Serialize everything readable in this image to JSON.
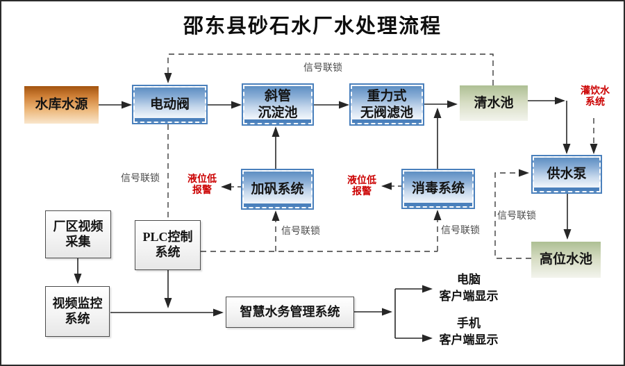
{
  "title": "邵东县砂石水厂水处理流程",
  "nodes": {
    "source": {
      "label": "水库水源"
    },
    "valve": {
      "label": "电动阀"
    },
    "sedimentation": {
      "line1": "斜管",
      "line2": "沉淀池"
    },
    "filter": {
      "line1": "重力式",
      "line2": "无阀滤池"
    },
    "clearwater": {
      "label": "清水池"
    },
    "alum": {
      "label": "加矾系统"
    },
    "disinfect": {
      "label": "消毒系统"
    },
    "pump": {
      "label": "供水泵"
    },
    "hightank": {
      "label": "高位水池"
    },
    "video_capture": {
      "line1": "厂区视频",
      "line2": "采集"
    },
    "video_monitor": {
      "line1": "视频监控",
      "line2": "系统"
    },
    "plc": {
      "line1": "PLC控制",
      "line2": "系统"
    },
    "smart_water": {
      "label": "智慧水务管理系统"
    },
    "pc_client": {
      "line1": "电脑",
      "line2": "客户端显示"
    },
    "mobile_client": {
      "line1": "手机",
      "line2": "客户端显示"
    }
  },
  "annotations": {
    "interlock_top": "信号联锁",
    "interlock_left": "信号联锁",
    "interlock_alum": "信号联锁",
    "interlock_disinfect": "信号联锁",
    "interlock_pump": "信号联锁",
    "alarm_alum": {
      "line1": "液位低",
      "line2": "报警"
    },
    "alarm_disinfect": {
      "line1": "液位低",
      "line2": "报警"
    },
    "drinking_water": {
      "line1": "灌饮水",
      "line2": "系统"
    }
  },
  "colors": {
    "blue_box_top": "#5d8ec2",
    "blue_box_border": "#4a80bc",
    "orange_box_top": "#a3540f",
    "green_box_top": "#adbf93",
    "gray_box_border": "#4a4a4a",
    "alarm_red": "#cb0000",
    "label_gray": "#4a4a4a",
    "line_black": "#262626"
  }
}
